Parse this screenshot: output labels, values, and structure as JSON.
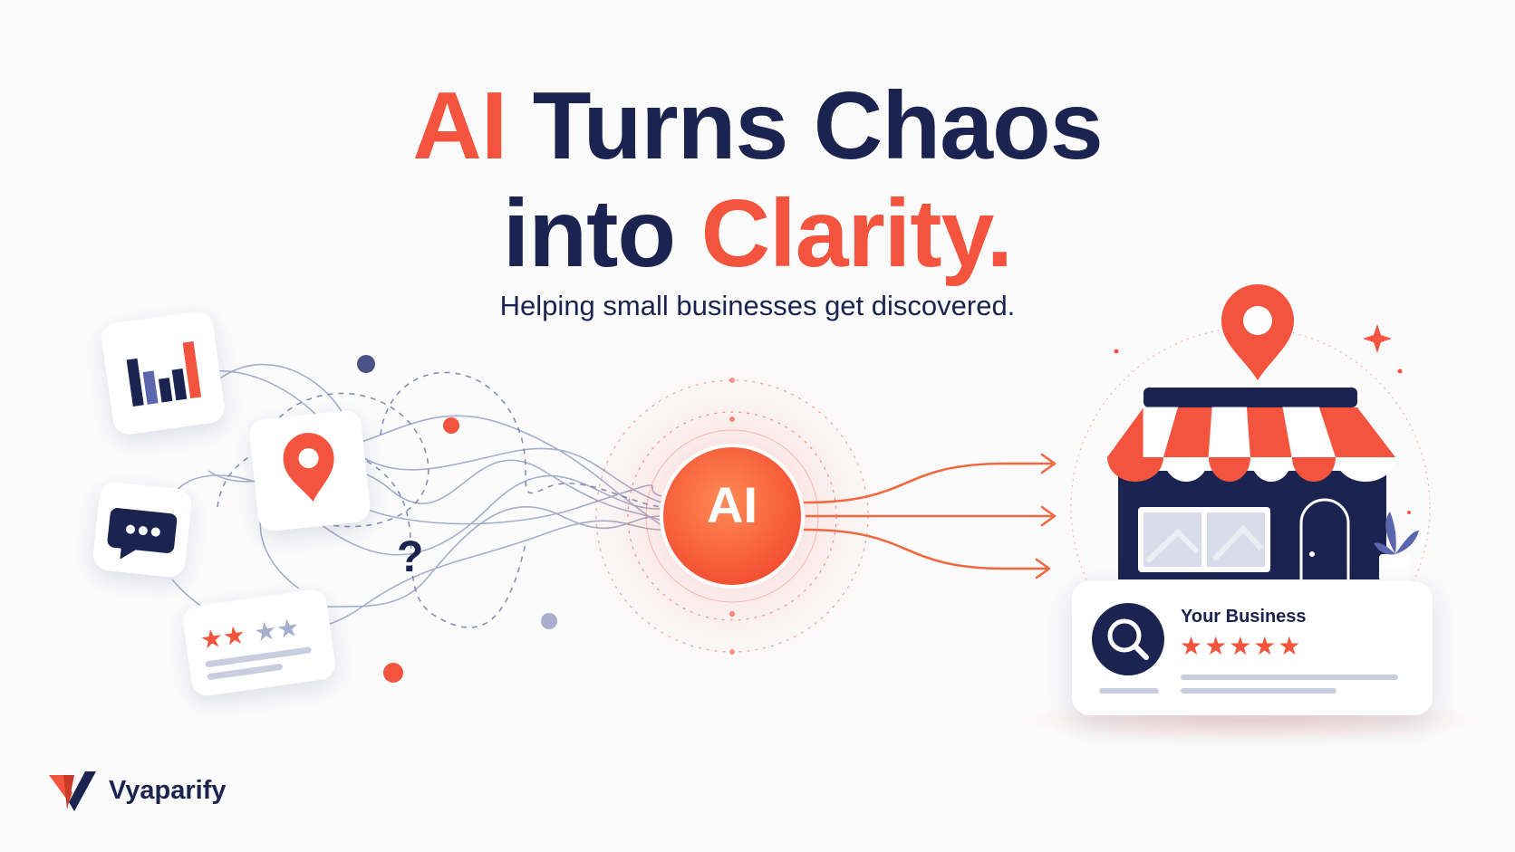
{
  "headline": {
    "line1_accent": "AI",
    "line1_rest": " Turns Chaos",
    "line2_start": "into ",
    "line2_accent": "Clarity."
  },
  "subtitle": "Helping small businesses get discovered.",
  "chaos": {
    "question_mark": "?"
  },
  "ai_hub": {
    "label": "AI"
  },
  "business_card": {
    "name": "Your Business",
    "stars": "★★★★★"
  },
  "brand": {
    "name": "Vyaparify"
  },
  "colors": {
    "accent": "#f4543d",
    "navy": "#1b2350",
    "muted": "#9ea5c4"
  }
}
